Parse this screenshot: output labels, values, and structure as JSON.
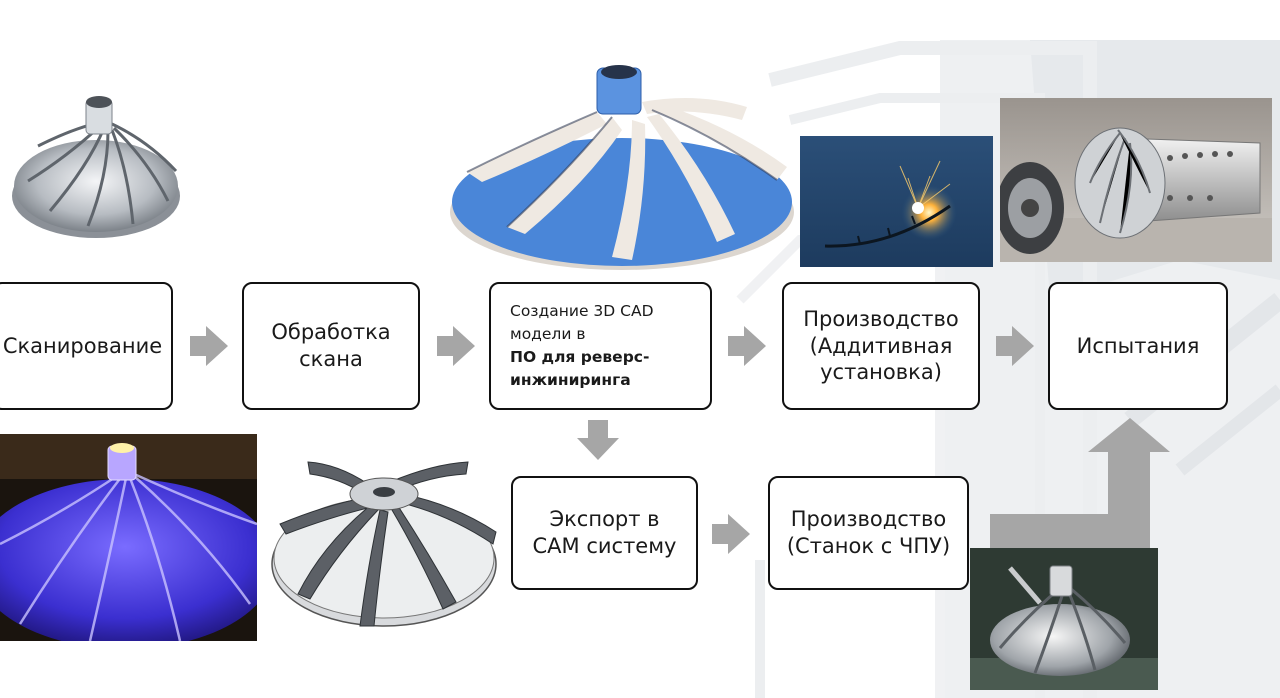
{
  "colors": {
    "border": "#111111",
    "arrow": "#a6a6a6",
    "background_decoration": "#eceef0",
    "scan_blue": "#4a86d8",
    "uv_violet": "#3b2fd0"
  },
  "steps": {
    "scanning": {
      "lines": [
        "Сканирование"
      ]
    },
    "processing": {
      "lines": [
        "Обработка",
        "скана"
      ]
    },
    "cad": {
      "regular_lines": [
        "Создание 3D CAD",
        "модели в"
      ],
      "bold_lines": [
        "ПО для реверс-",
        "инжиниринга"
      ]
    },
    "additive": {
      "lines": [
        "Производство",
        "(Аддитивная",
        "установка)"
      ]
    },
    "testing": {
      "lines": [
        "Испытания"
      ]
    },
    "cam_export": {
      "lines": [
        "Экспорт в",
        "CAM систему"
      ]
    },
    "cnc": {
      "lines": [
        "Производство",
        "(Станок с ЧПУ)"
      ]
    }
  },
  "images": {
    "impeller_photo": "metal-impeller-photo",
    "scan_deviation_map": "blue-scan-deviation-impeller",
    "laser_printing": "laser-additive-printing-photo",
    "turbine_test": "turbine-assembly-test-photo",
    "uv_scanning": "uv-lit-impeller-scanning-photo",
    "cad_model": "grey-cad-impeller-model",
    "cnc_part": "cnc-machined-impeller-photo"
  }
}
